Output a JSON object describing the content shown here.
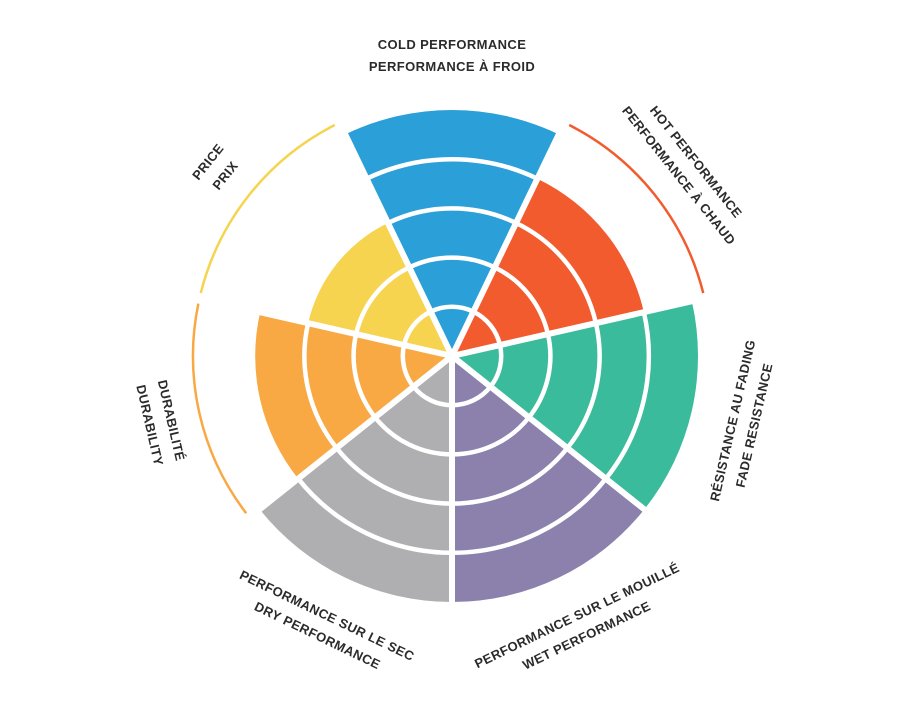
{
  "page": {
    "background": "#ffffff"
  },
  "chart_data": {
    "type": "polar-sector",
    "description": "Seven-sector radial rating wheel; each sector is divided into 5 concentric rings and filled to its rating out of 5. A thin outer arc in the sector color marks the 5/5 ring for sectors rated below maximum.",
    "rings": 5,
    "max_value": 5,
    "start": "top",
    "direction": "clockwise",
    "ring_gap_color": "#ffffff",
    "label_text_color": "#2b2b2b",
    "categories": [
      {
        "id": "cold-performance",
        "label_line1": "COLD PERFORMANCE",
        "label_line2": "PERFORMANCE À FROID",
        "value": 5,
        "color": "#2B9FD8"
      },
      {
        "id": "hot-performance",
        "label_line1": "HOT PERFORMANCE",
        "label_line2": "PERFORMANCE À CHAUD",
        "value": 4,
        "color": "#F15B2E"
      },
      {
        "id": "fade-resistance",
        "label_line1": "RÉSISTANCE AU FADING",
        "label_line2": "FADE RESISTANCE",
        "value": 5,
        "color": "#3ABB9B"
      },
      {
        "id": "wet-performance",
        "label_line1": "PERFORMANCE SUR LE MOUILLÉ",
        "label_line2": "WET PERFORMANCE",
        "value": 5,
        "color": "#8C81AD"
      },
      {
        "id": "dry-performance",
        "label_line1": "PERFORMANCE SUR LE SEC",
        "label_line2": "DRY PERFORMANCE",
        "value": 5,
        "color": "#AFAFB1"
      },
      {
        "id": "durability",
        "label_line1": "DURABILITÉ",
        "label_line2": "DURABILITY",
        "value": 4,
        "color": "#F9A944"
      },
      {
        "id": "price",
        "label_line1": "PRICE",
        "label_line2": "PRIX",
        "value": 3,
        "color": "#F6D44F"
      }
    ]
  }
}
